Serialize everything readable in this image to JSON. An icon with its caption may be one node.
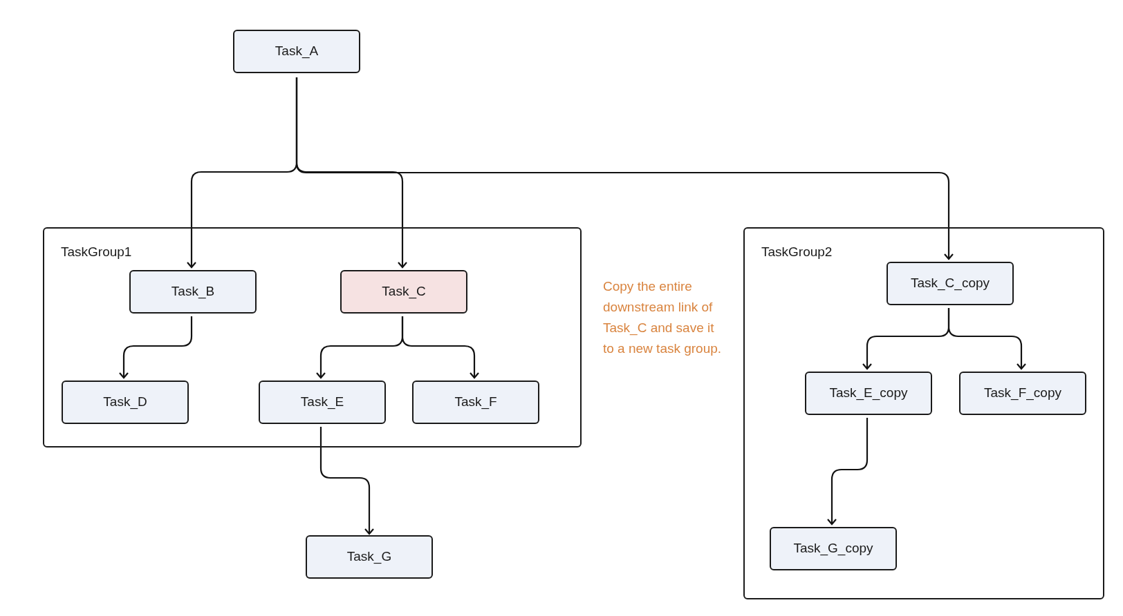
{
  "diagram": {
    "nodes": [
      {
        "text": [
          "Task_A"
        ]
      },
      {
        "text": [
          "TaskGroup1"
        ]
      },
      {
        "text": [
          "Task_B"
        ],
        "in": 1
      },
      {
        "text": [
          "Task_C"
        ],
        "in": 1
      },
      {
        "text": [
          "Task_D"
        ],
        "in": 1
      },
      {
        "text": [
          "Task_E"
        ],
        "in": 1
      },
      {
        "text": [
          "Task_F"
        ],
        "in": 1
      },
      {
        "text": [
          "Task_G"
        ]
      },
      {
        "text": [
          "TaskGroup2"
        ]
      },
      {
        "text": [
          "Task_C_copy"
        ],
        "in": 8
      },
      {
        "text": [
          "Task_E_copy"
        ],
        "in": 8
      },
      {
        "text": [
          "Task_F_copy"
        ],
        "in": 8
      },
      {
        "text": [
          "Task_G_copy"
        ],
        "in": 8
      }
    ],
    "edges": [
      {
        "from": 0,
        "to": 2,
        "arrow": "to"
      },
      {
        "from": 0,
        "to": 3,
        "arrow": "to"
      },
      {
        "from": 0,
        "to": 9,
        "arrow": "to"
      },
      {
        "from": 2,
        "to": 4,
        "arrow": "to"
      },
      {
        "from": 3,
        "to": 5,
        "arrow": "to"
      },
      {
        "from": 3,
        "to": 6,
        "arrow": "to"
      },
      {
        "from": 5,
        "to": 7,
        "arrow": "to"
      },
      {
        "from": 9,
        "to": 10,
        "arrow": "to"
      },
      {
        "from": 9,
        "to": 11,
        "arrow": "to"
      },
      {
        "from": 10,
        "to": 12,
        "arrow": "to"
      }
    ],
    "labels": [
      "Copy the entire downstream link of Task_C and save it to a new task group."
    ]
  }
}
